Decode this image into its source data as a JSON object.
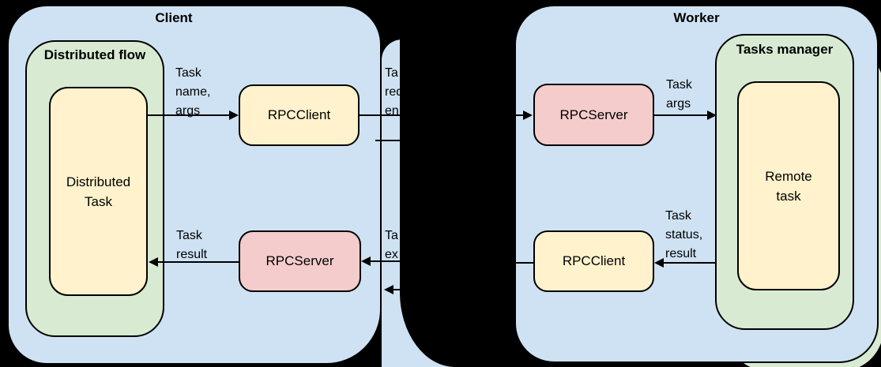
{
  "diagram": {
    "colors": {
      "container_blue": "#cfe2f3",
      "group_green": "#d9ead3",
      "box_yellow": "#fff2cc",
      "box_pink": "#f4cccc",
      "stroke": "#000000",
      "background": "#000000"
    },
    "client": {
      "title": "Client",
      "distributed_flow": {
        "title": "Distributed flow",
        "task_box_lines": [
          "Distributed",
          "Task"
        ]
      },
      "rpc_client": "RPCClient",
      "rpc_server": "RPCServer",
      "labels": {
        "task_name_args": [
          "Task",
          "name,",
          "args"
        ],
        "task_result": [
          "Task",
          "result"
        ]
      }
    },
    "broker_fragments": {
      "top": [
        "Ta",
        "req",
        "en"
      ],
      "bottom": [
        "Ta",
        "ex"
      ]
    },
    "worker": {
      "title": "Worker",
      "rpc_server": "RPCServer",
      "rpc_client": "RPCClient",
      "tasks_manager": {
        "title": "Tasks manager",
        "task_box_lines": [
          "Remote",
          "task"
        ]
      },
      "labels": {
        "task_args": [
          "Task",
          "args"
        ],
        "task_status_result": [
          "Task",
          "status,",
          "result"
        ]
      }
    }
  }
}
